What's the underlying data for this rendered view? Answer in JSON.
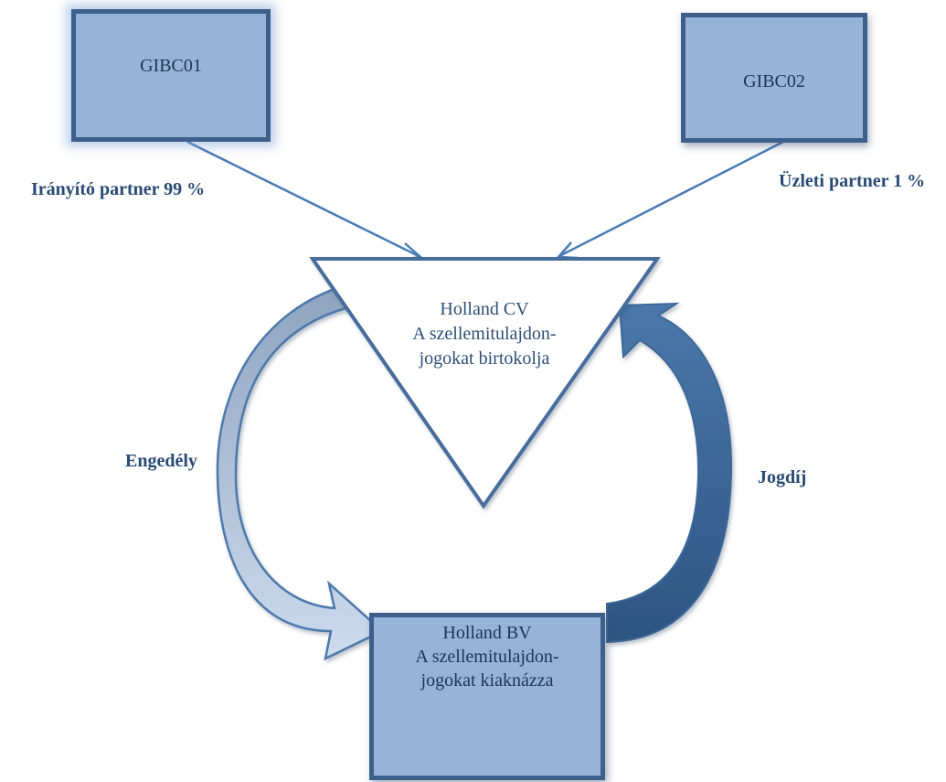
{
  "nodes": {
    "gibc01": "GIBC01",
    "gibc02": "GIBC02",
    "holland_cv": [
      "Holland CV",
      "A szellemitulajdon-",
      "jogokat birtokolja"
    ],
    "holland_bv": [
      "Holland BV",
      "A szellemitulajdon-",
      "jogokat kiaknázza"
    ]
  },
  "edges": {
    "control_partner": "Irányító partner 99 %",
    "business_partner": "Üzleti partner 1 %",
    "license": "Engedély",
    "royalty": "Jogdíj"
  },
  "colors": {
    "box_fill": "#97b4d8",
    "box_border": "#3d5f8c",
    "label_text": "#284a74",
    "arrow_line": "#4a7bb7",
    "license_arrow_fill": "#aec6e0",
    "royalty_arrow_fill": "#3e6797"
  }
}
